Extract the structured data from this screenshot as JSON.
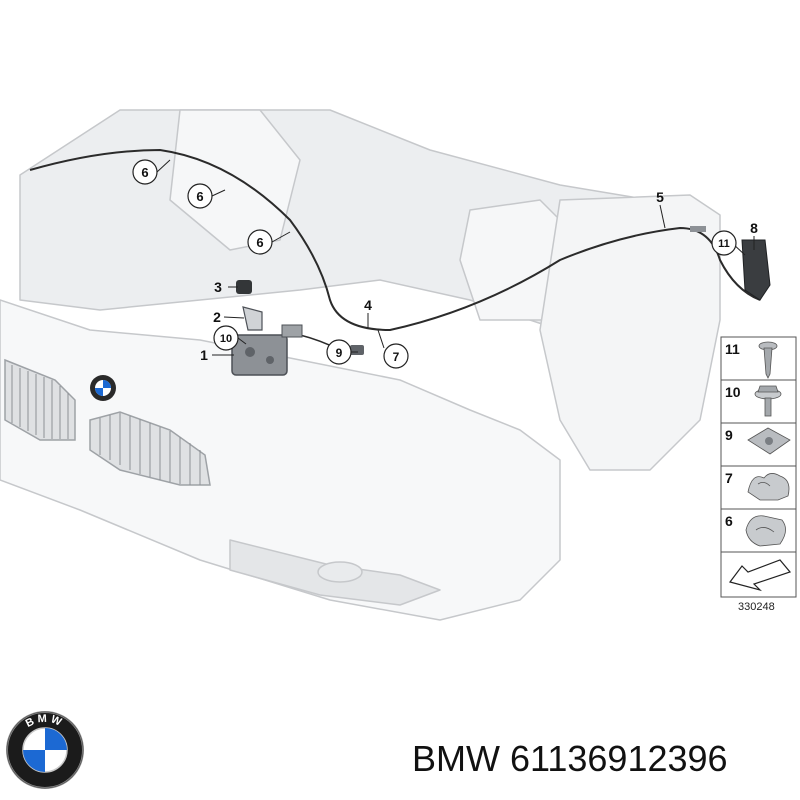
{
  "callouts": [
    {
      "label": "6",
      "circled": true
    },
    {
      "label": "6",
      "circled": true
    },
    {
      "label": "6",
      "circled": true
    },
    {
      "label": "5",
      "circled": false
    },
    {
      "label": "8",
      "circled": false
    },
    {
      "label": "11",
      "circled": true
    },
    {
      "label": "3",
      "circled": false
    },
    {
      "label": "4",
      "circled": false
    },
    {
      "label": "2",
      "circled": false
    },
    {
      "label": "10",
      "circled": true
    },
    {
      "label": "1",
      "circled": false
    },
    {
      "label": "9",
      "circled": true
    },
    {
      "label": "7",
      "circled": true
    }
  ],
  "legend": {
    "items": [
      {
        "label": "11",
        "part": "screw"
      },
      {
        "label": "10",
        "part": "hex-bolt-with-washer"
      },
      {
        "label": "9",
        "part": "nut-clip"
      },
      {
        "label": "7",
        "part": "cable-clip"
      },
      {
        "label": "6",
        "part": "cable-holder"
      },
      {
        "label": "",
        "part": "arrow-pointer"
      }
    ],
    "diagram_code": "330248"
  },
  "brand": {
    "caption": "BMW 61136912396",
    "logo_letters": "BMW",
    "colors": {
      "blue": "#1c69d3",
      "black": "#111111",
      "silver": "#d9d9d9"
    }
  }
}
